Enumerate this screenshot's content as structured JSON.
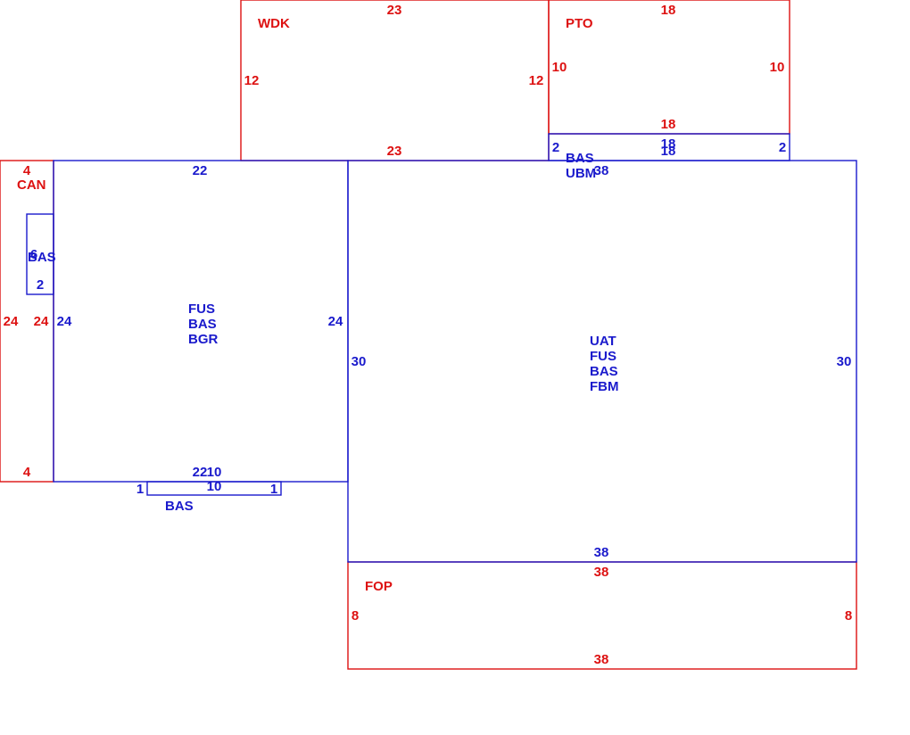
{
  "colors": {
    "red": "#dd1111",
    "blue": "#1a1acc"
  },
  "areas": [
    {
      "id": "wdk",
      "color": "red",
      "code_lines": [
        "WDK"
      ],
      "dims": [
        "23",
        "23",
        "12",
        "12"
      ]
    },
    {
      "id": "pto",
      "color": "red",
      "code_lines": [
        "PTO"
      ],
      "dims": [
        "18",
        "18",
        "10",
        "10"
      ]
    },
    {
      "id": "ubm-strip",
      "color": "blue",
      "code_lines": [
        "BAS",
        "UBM"
      ],
      "dims": [
        "18",
        "18",
        "38",
        "2",
        "2"
      ]
    },
    {
      "id": "can",
      "color": "red",
      "code_lines": [
        "CAN"
      ],
      "dims": [
        "4",
        "4",
        "24",
        "24"
      ]
    },
    {
      "id": "bas-small",
      "color": "blue",
      "code_lines": [
        "BAS"
      ],
      "dims": [
        "6",
        "2"
      ]
    },
    {
      "id": "bgr",
      "color": "blue",
      "code_lines": [
        "FUS",
        "BAS",
        "BGR"
      ],
      "dims": [
        "22",
        "22",
        "24",
        "24"
      ]
    },
    {
      "id": "bas-bottom",
      "color": "blue",
      "code_lines": [
        "BAS"
      ],
      "dims": [
        "10",
        "10",
        "1",
        "1"
      ]
    },
    {
      "id": "fbm",
      "color": "blue",
      "code_lines": [
        "UAT",
        "FUS",
        "BAS",
        "FBM"
      ],
      "dims": [
        "30",
        "30",
        "38"
      ]
    },
    {
      "id": "fop",
      "color": "red",
      "code_lines": [
        "FOP"
      ],
      "dims": [
        "38",
        "38",
        "8",
        "8"
      ]
    }
  ]
}
